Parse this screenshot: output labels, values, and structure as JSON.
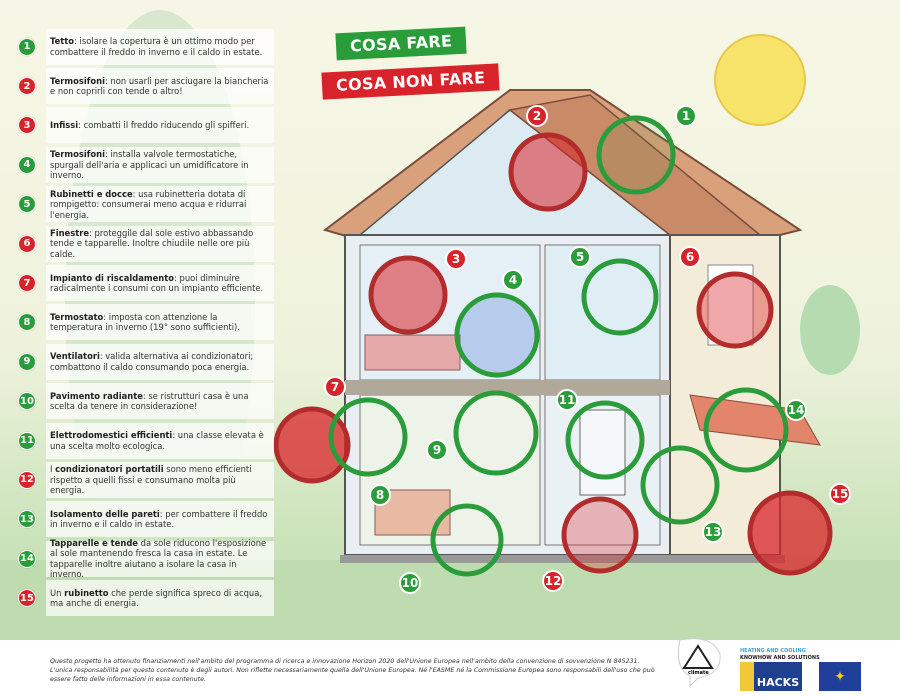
{
  "banners": {
    "do": "COSA FARE",
    "dont": "COSA NON FARE"
  },
  "colors": {
    "do": "#2a9d3a",
    "dont": "#d9232a"
  },
  "items": [
    {
      "n": "1",
      "type": "do",
      "bold": "Tetto",
      "text": ": isolare la copertura è un ottimo modo per combattere il freddo in inverno e il caldo in estate."
    },
    {
      "n": "2",
      "type": "dont",
      "bold": "Termosifoni",
      "text": ": non usarli per asciugare la biancheria e non coprirli con tende o altro!"
    },
    {
      "n": "3",
      "type": "dont",
      "bold": "Infissi",
      "text": ": combatti il freddo riducendo gli spifferi."
    },
    {
      "n": "4",
      "type": "do",
      "bold": "Termosifoni",
      "text": ": installa valvole termostatiche, spurgali dell'aria e applicaci un umidificatore in inverno."
    },
    {
      "n": "5",
      "type": "do",
      "bold": "Rubinetti e docce",
      "text": ": usa rubinetteria dotata di rompigetto: consumerai meno acqua e ridurrai l'energia."
    },
    {
      "n": "6",
      "type": "dont",
      "bold": "Finestre",
      "text": ": proteggile dal sole estivo abbassando tende e tapparelle. Inoltre chiudile nelle ore più calde."
    },
    {
      "n": "7",
      "type": "dont",
      "bold": "Impianto di riscaldamento",
      "text": ": puoi diminuire radicalmente i consumi con un impianto efficiente."
    },
    {
      "n": "8",
      "type": "do",
      "bold": "Termostato",
      "text": ": imposta con attenzione la temperatura in inverno (19° sono sufficienti)."
    },
    {
      "n": "9",
      "type": "do",
      "bold": "Ventilatori",
      "text": ": valida alternativa ai condizionatori; combattono il caldo consumando poca energia."
    },
    {
      "n": "10",
      "type": "do",
      "bold": "Pavimento radiante",
      "text": ": se ristrutturi casa è una scelta da tenere in considerazione!"
    },
    {
      "n": "11",
      "type": "do",
      "bold": "Elettrodomestici efficienti",
      "text": ": una classe elevata è una scelta molto ecologica."
    },
    {
      "n": "12",
      "type": "dont",
      "pre": "I ",
      "bold": "condizionatori portatili",
      "text": " sono meno efficienti rispetto a quelli fissi e consumano molta più energia."
    },
    {
      "n": "13",
      "type": "do",
      "bold": "Isolamento delle pareti",
      "text": ": per combattere il freddo in inverno e il caldo in estate."
    },
    {
      "n": "14",
      "type": "do",
      "bold": "Tapparelle e tende",
      "text": " da sole riducono l'esposizione al sole mantenendo fresca la casa in estate. Le tapparelle inoltre aiutano a isolare la casa in inverno."
    },
    {
      "n": "15",
      "type": "dont",
      "pre": "Un ",
      "bold": "rubinetto",
      "text": " che perde significa spreco di acqua, ma anche di energia."
    }
  ],
  "footer": "Questo progetto ha ottenuto finanziamenti nell'ambito del programma di ricerca e innovazione Horizon 2020 dell'Unione Europea nell'ambito della convenzione di sovvenzione N 845231. L'unica responsabilità per questo contenuto è degli autori. Non riflette necessariamente quella dell'Unione Europea. Né l'EASME né la Commissione Europea sono responsabili dell'uso che può essere fatto delle informazioni in essa contenute.",
  "logos": {
    "climate": "climate",
    "hacks_tagline1": "HEATING AND COOLING",
    "hacks_tagline2": "KNOWHOW AND SOLUTIONS",
    "hacks": "HACKS"
  }
}
